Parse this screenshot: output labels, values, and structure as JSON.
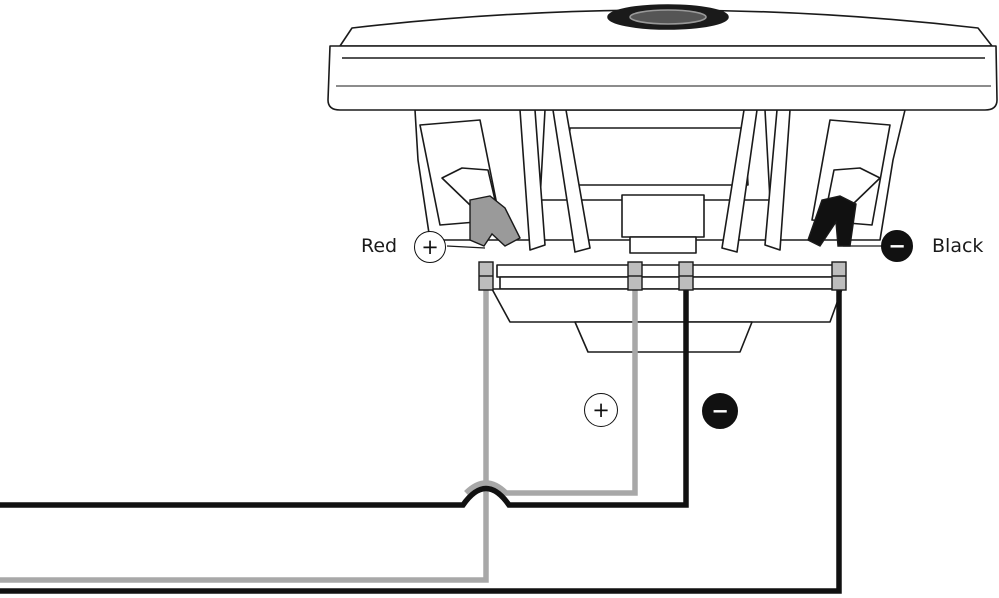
{
  "terminals": {
    "left": {
      "label": "Red",
      "polarity": "positive",
      "symbol": "+",
      "color": "#9a9a9a"
    },
    "right": {
      "label": "Black",
      "polarity": "negative",
      "symbol": "−",
      "color": "#111111"
    }
  },
  "lead_markers": {
    "positive": {
      "symbol": "+"
    },
    "negative": {
      "symbol": "−"
    }
  },
  "colors": {
    "wire_gray": "#a8a8a8",
    "wire_black": "#111111",
    "outline": "#1a1a1a"
  }
}
